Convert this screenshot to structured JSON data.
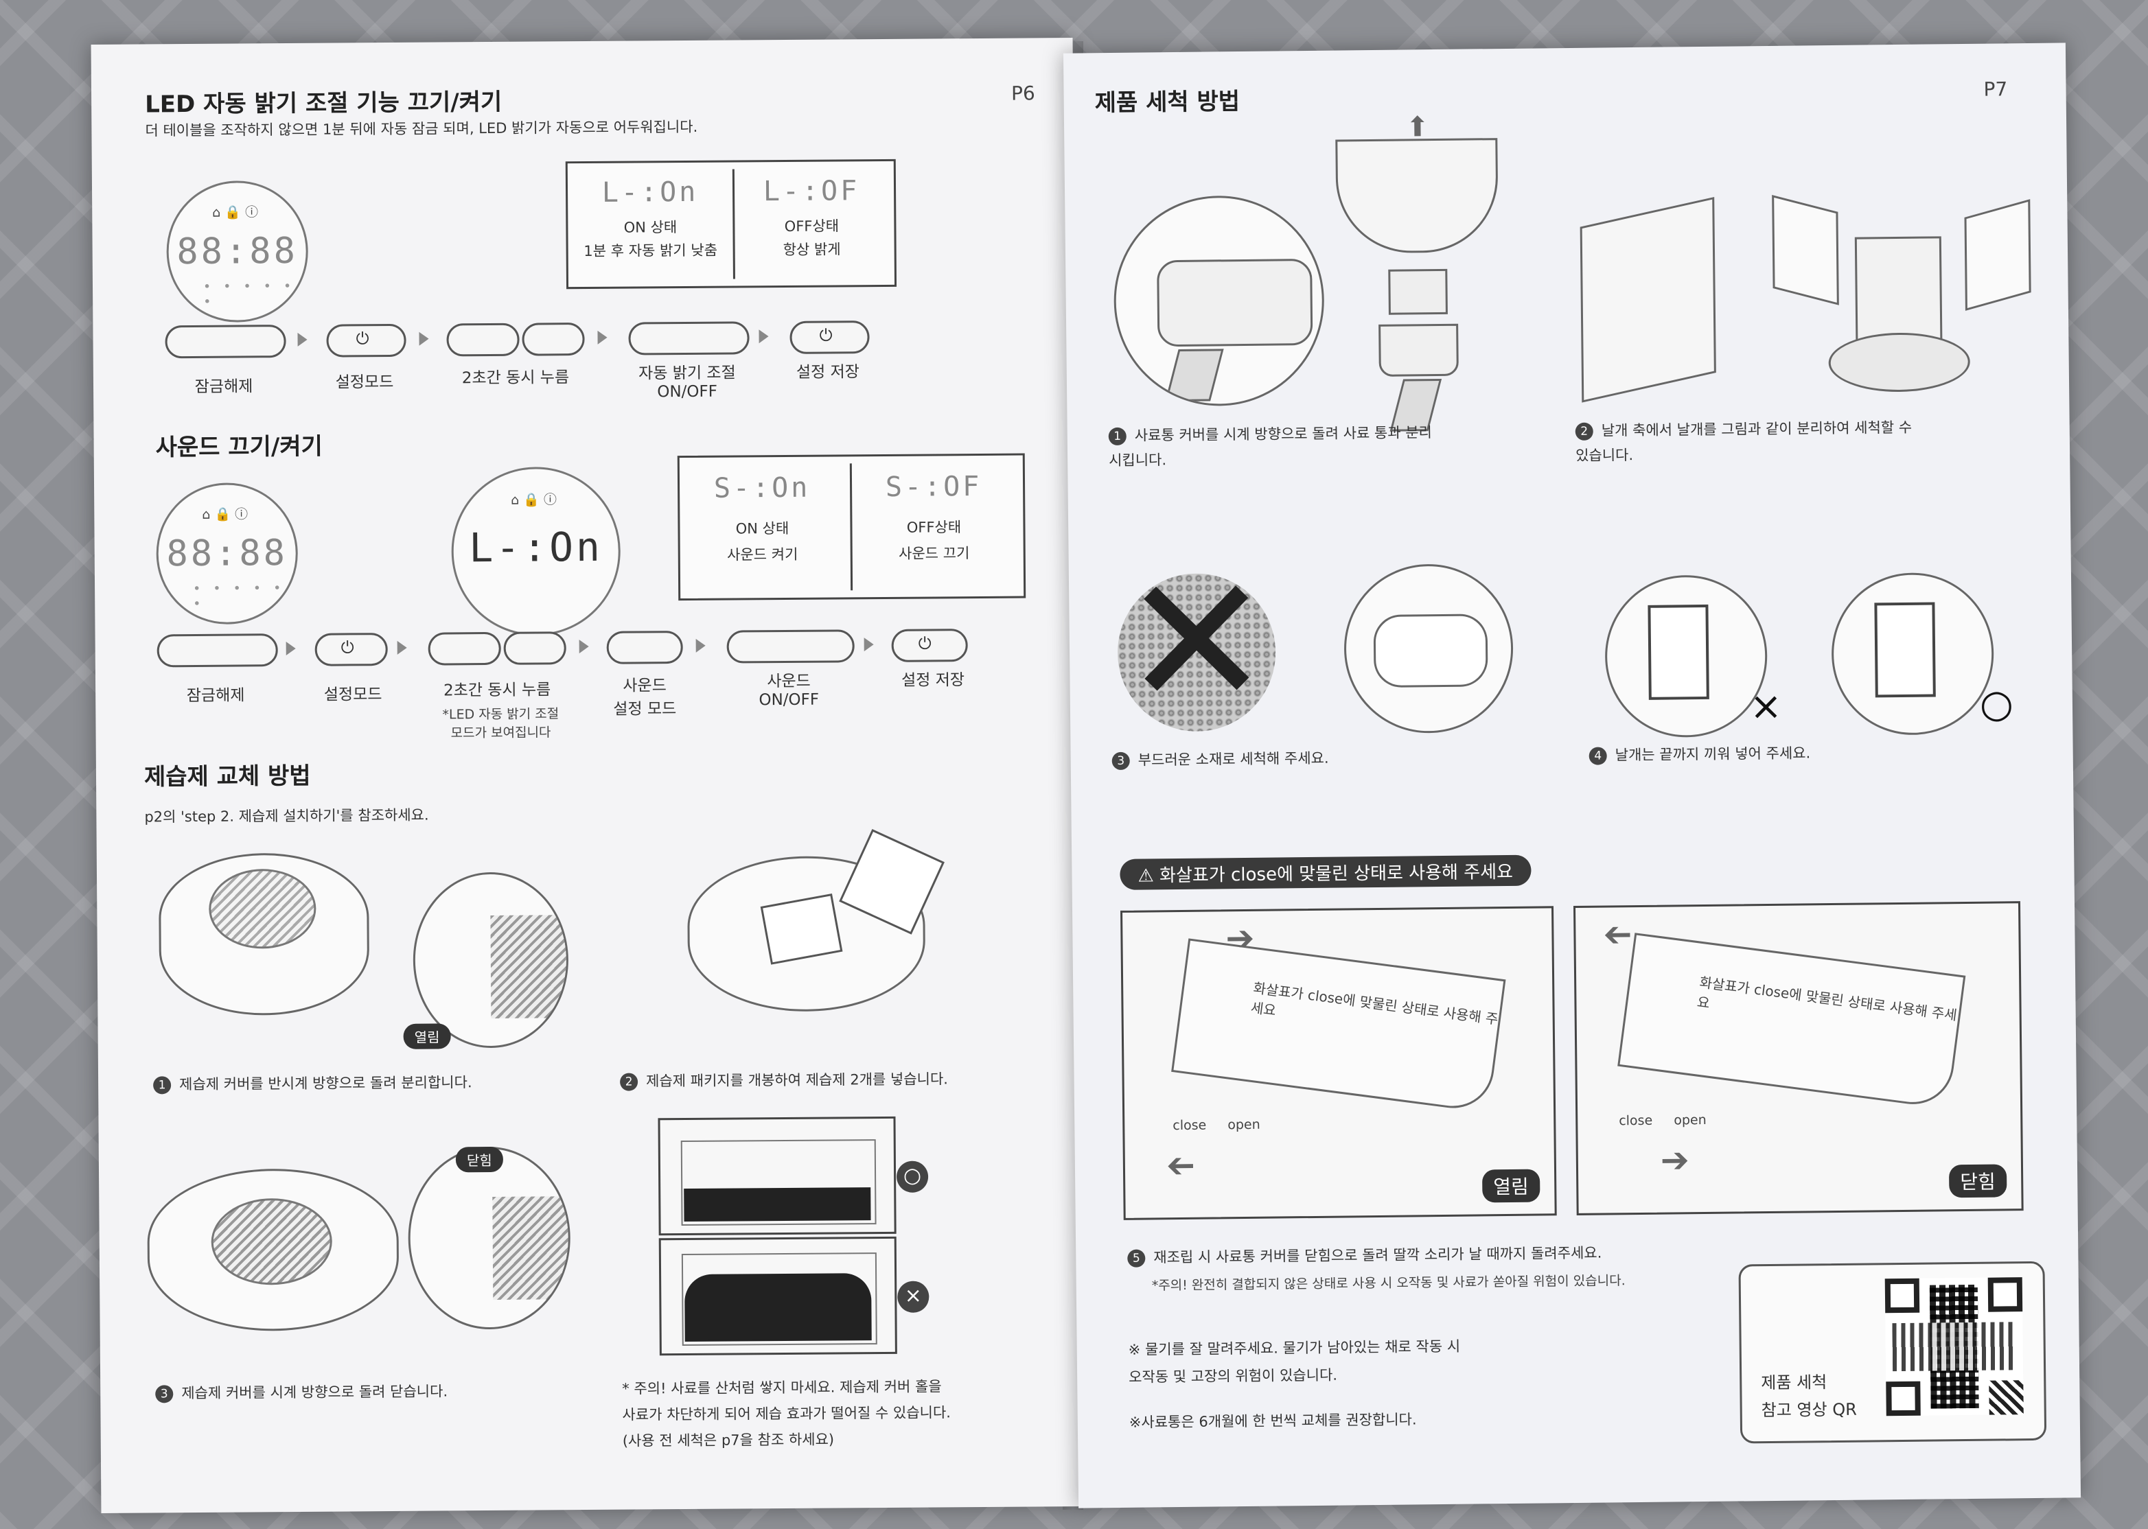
{
  "p6": {
    "page_number": "P6",
    "led": {
      "title": "LED 자동 밝기 조절 기능 끄기/켜기",
      "desc": "더 테이블을 조작하지 않으면 1분 뒤에 자동 잠금 되며, LED 밝기가 자동으로 어두워집니다.",
      "display": "88:88",
      "on_code": "L-:On",
      "on_title": "ON 상태",
      "on_desc": "1분 후 자동 밝기 낮춤",
      "off_code": "L-:OF",
      "off_title": "OFF상태",
      "off_desc": "항상 밝게",
      "steps": [
        "잠금해제",
        "설정모드",
        "2초간 동시 누름",
        "자동 밝기 조절\nON/OFF",
        "설정 저장"
      ]
    },
    "sound": {
      "title": "사운드 끄기/켜기",
      "display": "88:88",
      "display2": "L-:On",
      "on_code": "S-:On",
      "on_title": "ON 상태",
      "on_desc": "사운드 켜기",
      "off_code": "S-:OF",
      "off_title": "OFF상태",
      "off_desc": "사운드 끄기",
      "steps": [
        "잠금해제",
        "설정모드",
        "2초간 동시 누름",
        "사운드\n설정 모드",
        "사운드\nON/OFF",
        "설정 저장"
      ],
      "note": "*LED 자동 밝기 조절\n모드가 보여집니다"
    },
    "desiccant": {
      "title": "제습제 교체 방법",
      "ref": "p2의 'step 2. 제습제 설치하기'를 참조하세요.",
      "open_tag": "열림",
      "close_tag": "닫힘",
      "step1": "제습제 커버를 반시계 방향으로 돌려 분리합니다.",
      "step2": "제습제 패키지를 개봉하여 제습제 2개를 넣습니다.",
      "step3": "제습제 커버를 시계 방향으로 돌려 닫습니다.",
      "good": "○",
      "bad": "×",
      "note": "* 주의! 사료를 산처럼 쌓지 마세요. 제습제 커버 홀을\n사료가 차단하게 되어 제습 효과가 떨어질 수 있습니다.\n(사용 전 세척은 p7을 참조 하세요)"
    }
  },
  "p7": {
    "page_number": "P7",
    "title": "제품 세척 방법",
    "step1": "사료통 커버를 시계 방향으로 돌려 사료 통과 분리\n시킵니다.",
    "step2": "날개 축에서 날개를 그림과 같이 분리하여 세척할 수\n있습니다.",
    "step3": "부드러운 소재로 세척해 주세요.",
    "step4": "날개는 끝까지 끼워 넣어 주세요.",
    "mark_x": "×",
    "mark_o": "○",
    "warning": "화살표가 close에 맞물린 상태로 사용해 주세요",
    "panel_text": "화살표가 close에 맞물린 상태로 사용해 주세요",
    "panel_close": "close",
    "panel_open": "open",
    "tag_open": "열림",
    "tag_close": "닫힘",
    "step5": "재조립 시 사료통 커버를 닫힘으로 돌려 딸깍 소리가 날 때까지 돌려주세요.",
    "step5_note": "*주의! 완전히 결합되지 않은 상태로 사용 시 오작동 및 사료가 쏟아질 위험이 있습니다.",
    "note1": "※ 물기를 잘 말려주세요. 물기가 남아있는 채로 작동 시\n오작동 및 고장의 위험이 있습니다.",
    "note2": "※사료통은 6개월에 한 번씩 교체를 권장합니다.",
    "qr_label": "제품 세척\n참고 영상 QR"
  }
}
